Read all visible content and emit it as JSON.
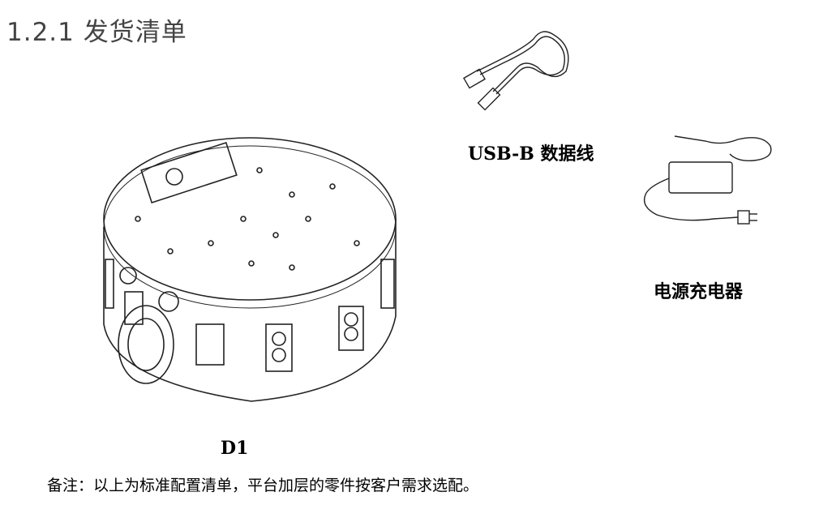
{
  "section": {
    "heading": "1.2.1 发货清单"
  },
  "items": {
    "robot": {
      "label": "D1"
    },
    "usb_cable": {
      "label": "USB-B 数据线"
    },
    "charger": {
      "label": "电源充电器"
    }
  },
  "note": {
    "text": "备注：以上为标准配置清单，平台加层的零件按客户需求选配。"
  }
}
